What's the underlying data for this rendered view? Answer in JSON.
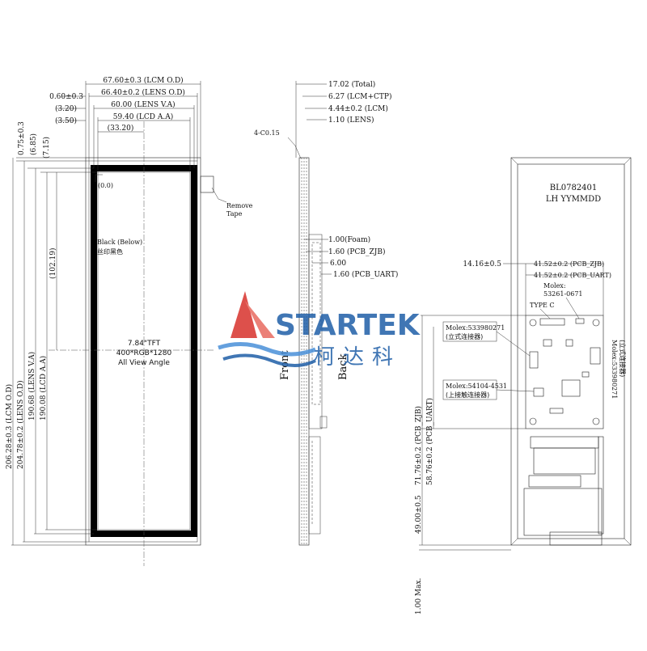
{
  "front": {
    "top_dims": [
      "67.60±0.3 (LCM O.D)",
      "66.40±0.2 (LENS O.D)",
      "60.00 (LENS V.A)",
      "59.40 (LCD A.A)",
      "(33.20)"
    ],
    "left_dims": [
      "0.60±0.3",
      "(3.20)",
      "(3.50)"
    ],
    "small_vert_dims": [
      "0.75±0.3",
      "(6.85)",
      "(7.15)"
    ],
    "vert_dims": [
      "206.28±0.3 (LCM O.D)",
      "204.78±0.2 (LENS O.D)",
      "190.68 (LENS V.A)",
      "190.08 (LCD A.A)"
    ],
    "mid_dim": "(102.19)",
    "origin": "(0.0)",
    "black_below": "Black (Below)",
    "black_below_cn": "丝印黑色",
    "remove_tape": [
      "Remove",
      "Tape"
    ],
    "center_text": [
      "7.84\"TFT",
      "400*RGB*1280",
      "All View Angle"
    ]
  },
  "side": {
    "chamfer": "4-C0.15",
    "top_dims": [
      "17.02 (Total)",
      "6.27 (LCM+CTP)",
      "4.44±0.2 (LCM)",
      "1.10 (LENS)"
    ],
    "mid_dims": [
      "1.00(Foam)",
      "1.60 (PCB_ZJB)",
      "6.00",
      "1.60 (PCB_UART)"
    ],
    "front_label": "Front",
    "back_label": "Back"
  },
  "back": {
    "label_lines": [
      "BL0782401",
      "LH YYMMDD"
    ],
    "dims_h": [
      "14.16±0.5",
      "41.52±0.2 (PCB_ZJB)",
      "41.52±0.2 (PCB_UART)"
    ],
    "molex_top": [
      "Molex:",
      "53261-0671"
    ],
    "type_c": "TYPE C",
    "molex_left": [
      "Molex:533980271",
      "(立式连接器)"
    ],
    "molex_left2": [
      "Molex:54104-4531",
      "(上接触连接器)"
    ],
    "molex_right": [
      "Molex:533980271",
      "(立式连接器)"
    ],
    "vert_dims": [
      "71.76±0.2 (PCB_ZJB)",
      "58.76±0.2 (PCB_UART)",
      "49.00±0.5",
      "1.00 Max."
    ]
  },
  "watermark": {
    "name": "STARTEK",
    "cn": "柯达科"
  },
  "colors": {
    "line": "#222222",
    "brand_blue": "#1f5fa8",
    "brand_red": "#d8322c",
    "brand_wave": "#4a90d9"
  }
}
